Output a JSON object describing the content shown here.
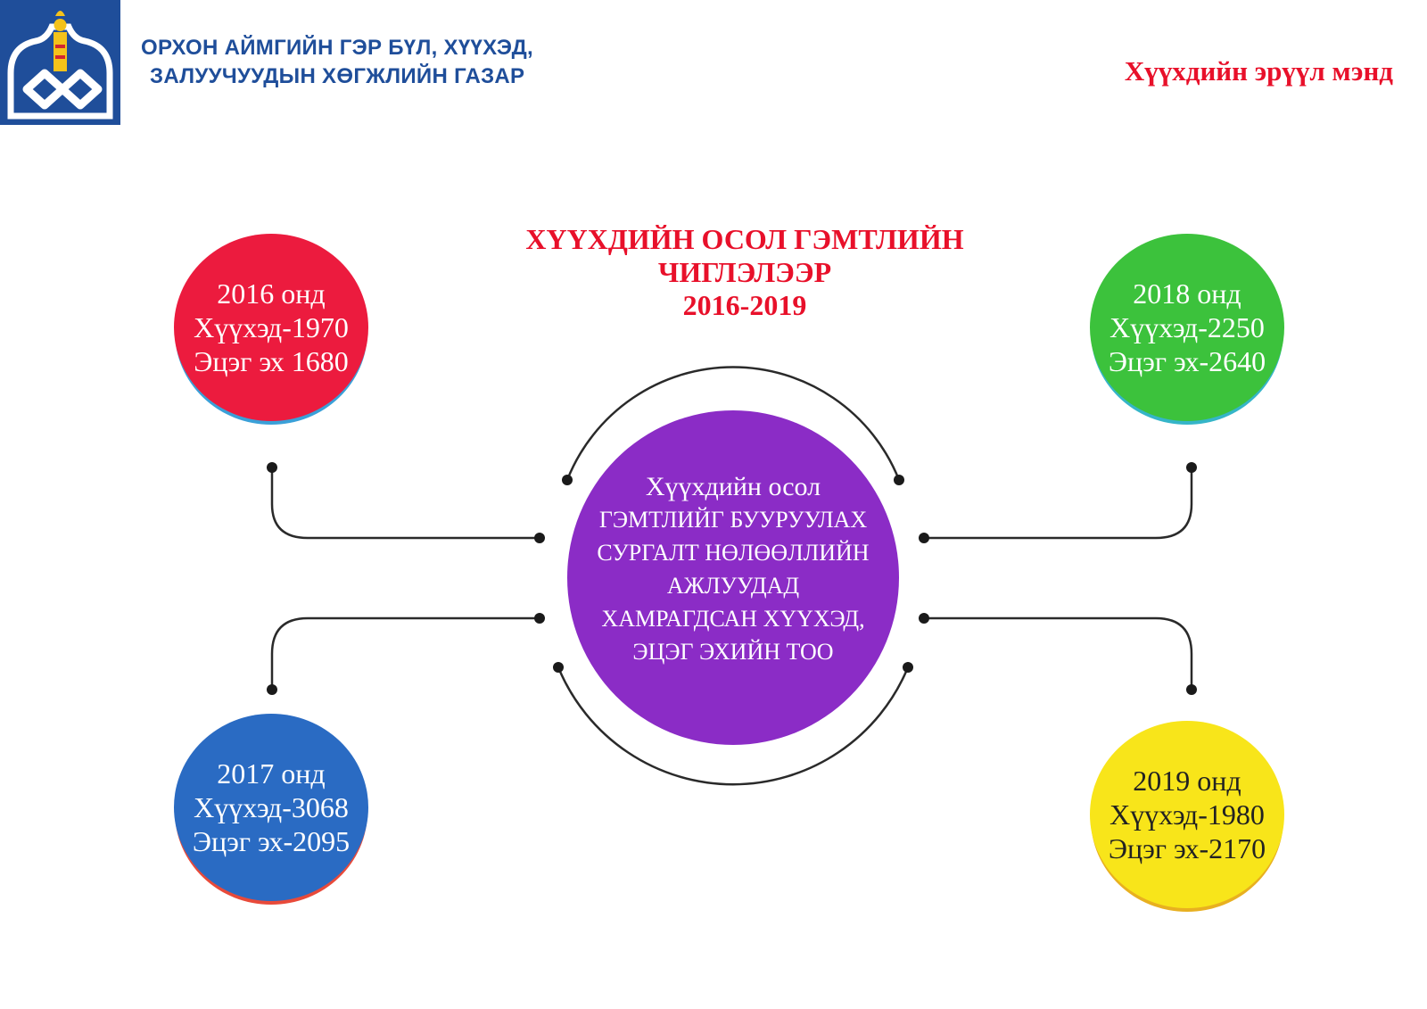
{
  "header": {
    "org_line1": "ОРХОН АЙМГИЙН ГЭР БҮЛ, ХҮҮХЭД,",
    "org_line2": "ЗАЛУУЧУУДЫН ХӨГЖЛИЙН ГАЗАР",
    "section": "Хүүхдийн эрүүл мэнд"
  },
  "title": {
    "line1": "ХҮҮХДИЙН ОСОЛ ГЭМТЛИЙН",
    "line2": "ЧИГЛЭЛЭЭР",
    "line3": "2016-2019"
  },
  "center": {
    "line1": "Хүүхдийн осол",
    "line2": "ГЭМТЛИЙГ БУУРУУЛАХ",
    "line3": "СУРГАЛТ НӨЛӨӨЛЛИЙН",
    "line4": "АЖЛУУДАД",
    "line5": "ХАМРАГДСАН ХҮҮХЭД,",
    "line6": "ЭЦЭГ ЭХИЙН ТОО"
  },
  "years": [
    {
      "year": "2016 онд",
      "children": "Хүүхэд-1970",
      "parents": "Эцэг эх 1680",
      "color": "#ec1b3e"
    },
    {
      "year": "2017 онд",
      "children": "Хүүхэд-3068",
      "parents": "Эцэг эх-2095",
      "color": "#2a6bc3"
    },
    {
      "year": "2018 онд",
      "children": "Хүүхэд-2250",
      "parents": "Эцэг эх-2640",
      "color": "#3cc23c"
    },
    {
      "year": "2019 онд",
      "children": "Хүүхэд-1980",
      "parents": "Эцэг эх-2170",
      "color": "#f8e51a"
    }
  ],
  "colors": {
    "brand_blue": "#1f4e9a",
    "accent_red": "#e8102a",
    "center_purple": "#8b2cc6"
  },
  "icons": {
    "logo": "soyombo-emblem-icon"
  }
}
